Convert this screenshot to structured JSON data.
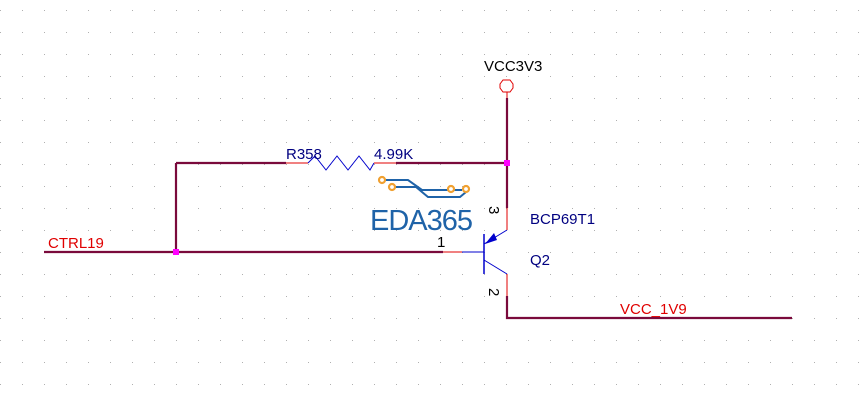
{
  "schematic": {
    "colors": {
      "background": "#ffffff",
      "grid_dot": "#b0b0b0",
      "wire": "#7a0a3c",
      "pin": "#e00000",
      "junction": "#ff00ff",
      "component_body": "#0000cc",
      "net_label": "#e00000",
      "designator": "#000080",
      "pin_number": "#000000",
      "logo_text": "#1f63a8",
      "logo_trace": "#1f63a8",
      "logo_pad": "#f0a030"
    },
    "power_ports": [
      {
        "name": "VCC3V3",
        "symbol": "circle"
      }
    ],
    "net_labels": [
      {
        "name": "CTRL19"
      },
      {
        "name": "VCC_1V9"
      }
    ],
    "components": {
      "resistor": {
        "designator": "R358",
        "value": "4.99K"
      },
      "transistor": {
        "designator": "Q2",
        "part": "BCP69T1",
        "type": "PNP",
        "pins": {
          "base": "1",
          "collector": "2",
          "emitter": "3"
        }
      }
    },
    "watermark": {
      "text": "EDA365"
    }
  }
}
